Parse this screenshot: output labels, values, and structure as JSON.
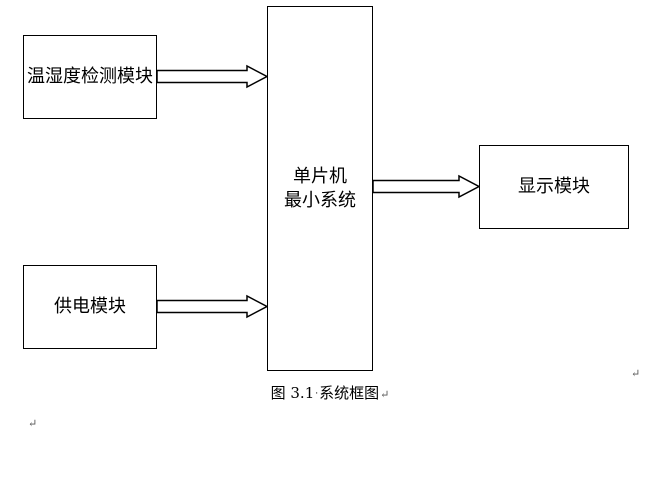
{
  "blocks": {
    "sensor": "温湿度检测模块",
    "power": "供电模块",
    "mcu_line1": "单片机",
    "mcu_line2": "最小系统",
    "display": "显示模块"
  },
  "caption": {
    "prefix": "图 3.1",
    "title": "系统框图"
  },
  "marks": {
    "paragraph": "↵"
  }
}
